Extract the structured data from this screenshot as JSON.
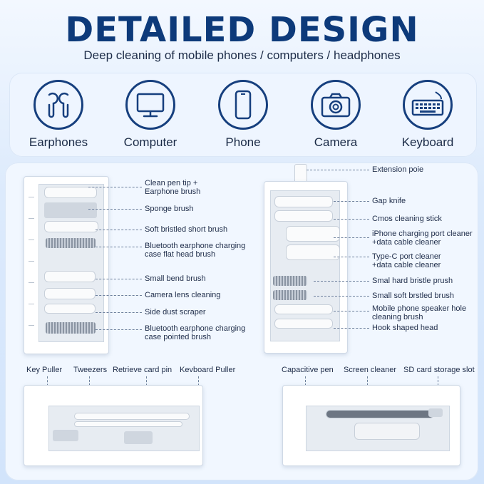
{
  "header": {
    "title": "DETAILED DESIGN",
    "subtitle": "Deep cleaning of mobile phones / computers / headphones"
  },
  "devices": [
    {
      "label": "Earphones",
      "icon": "earphones-icon"
    },
    {
      "label": "Computer",
      "icon": "computer-icon"
    },
    {
      "label": "Phone",
      "icon": "phone-icon"
    },
    {
      "label": "Camera",
      "icon": "camera-icon"
    },
    {
      "label": "Keyboard",
      "icon": "keyboard-icon"
    }
  ],
  "left_case": {
    "labels": [
      "Clean pen tip +\nEarphone brush",
      "Sponge brush",
      "Soft bristled short brush",
      "Bluetooth earphone charging\ncase flat head brush",
      "Small bend brush",
      "Camera lens cleaning",
      "Side dust scraper",
      "Bluetooth earphone charging\ncase pointed brush"
    ]
  },
  "right_case": {
    "labels": [
      "Extension poie",
      "Gap knife",
      "Cmos cleaning stick",
      "iPhone charging port cleaner\n+data cable cleaner",
      "Type-C port cleaner\n+data cable cleaner",
      "Smal hard bristle prush",
      "Small soft brstled brush",
      "Mobile phone speaker hole\ncleaning brush",
      "Hook shaped head"
    ]
  },
  "bottom_left": {
    "labels": [
      "Key Puller",
      "Tweezers",
      "Retrieve card pin",
      "Kevboard Puller"
    ]
  },
  "bottom_right": {
    "labels": [
      "Capacitive pen",
      "Screen cleaner",
      "SD card storage slot"
    ]
  },
  "colors": {
    "title": "#0d3a7a",
    "icon_stroke": "#163f7e",
    "panel": "#eef5ff",
    "background": "#dceafc"
  }
}
